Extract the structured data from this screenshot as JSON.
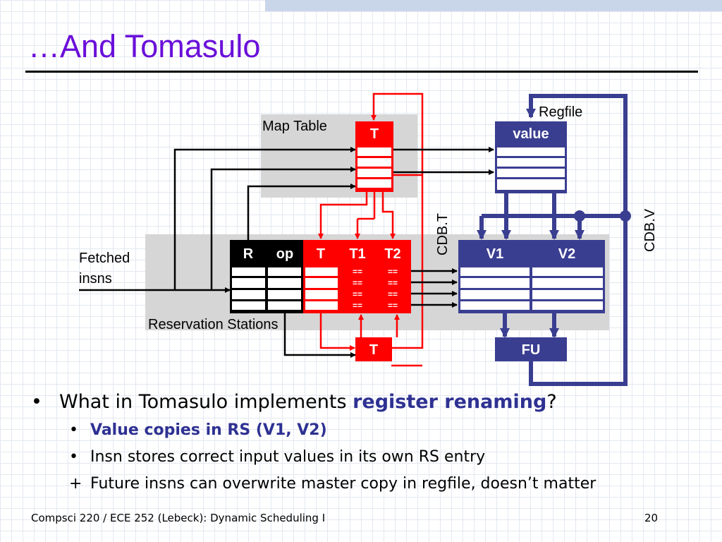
{
  "slide": {
    "title": "…And Tomasulo",
    "footer_left": "Compsci 220 / ECE 252 (Lebeck): Dynamic Scheduling I",
    "page_number": "20"
  },
  "diagram": {
    "map_table": {
      "label": "Map Table",
      "header": "T"
    },
    "regfile": {
      "label": "Regfile",
      "header": "value"
    },
    "fetched_label_line1": "Fetched",
    "fetched_label_line2": "insns",
    "reservation_stations": {
      "label": "Reservation Stations",
      "col_r": "R",
      "col_op": "op",
      "col_t": "T",
      "col_t1": "T1",
      "col_t2": "T2",
      "col_v1": "V1",
      "col_v2": "V2",
      "tag_compare": "=="
    },
    "cdb_t_label": "CDB.T",
    "cdb_v_label": "CDB.V",
    "t_box": "T",
    "fu_box": "FU"
  },
  "colors": {
    "red": "#ff0000",
    "navy": "#3a3e91",
    "title_purple": "#6a0fd9",
    "gray_panel": "#d6d6d6"
  },
  "bullets": {
    "main_prefix": "What in Tomasulo implements ",
    "main_emphasis": "register renaming",
    "main_suffix": "?",
    "sub1": "Value copies in RS (V1, V2)",
    "sub2": "Insn stores correct input values in its own RS entry",
    "sub3_marker": "+",
    "sub3": "Future insns can overwrite master copy in regfile, doesn’t matter",
    "marker": "•"
  }
}
